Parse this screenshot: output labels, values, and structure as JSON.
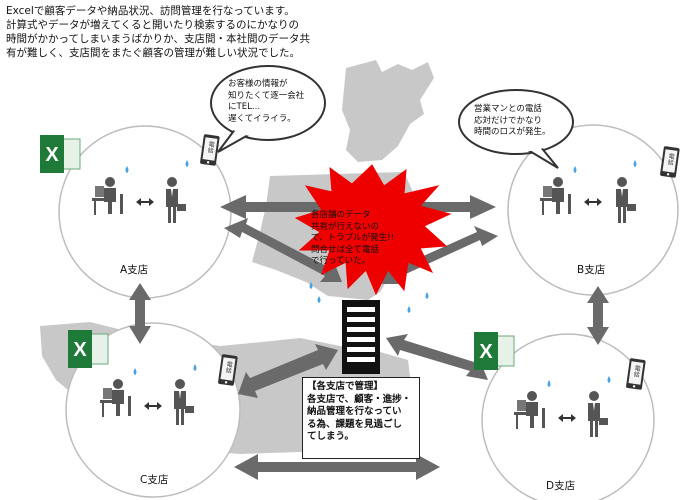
{
  "intro_text": "Excelで顧客データや納品状況、訪問管理を行なっています。\n計算式やデータが増えてくると開いたり検索するのにかなりの\n時間がかかってしまいまうばかりか、支店間・本社間のデータ共\n有が難しく、支店間をまたぐ顧客の管理が難しい状況でした。",
  "bubble_left_text": "お客様の情報が\n知りたくて逐一会社\nにTEL…\n遅くてイライラ。",
  "bubble_right_text": "営業マンとの電話\n応対だけでかなり\n時間のロスが発生。",
  "alert_text": "各店舗のデータ\n共有が行えないの\nで、トラブルが発生!!\n問合せは全て電話\nで行っていた。",
  "phone_label": "電話",
  "excel_letter": "X",
  "hq_title": "【各支店で管理】",
  "hq_body": "各支店で、顧客・進捗・\n納品管理を行なってい\nる為、課題を見過ごし\nてしまう。",
  "branches": {
    "a": "A支店",
    "b": "B支店",
    "c": "C支店",
    "d": "D支店"
  },
  "colors": {
    "arrow": "#6a6a6a",
    "map": "#c8c8c8",
    "burst": "#ee0000",
    "excel": "#1f7a3a",
    "sweat": "#4aa3e0"
  }
}
